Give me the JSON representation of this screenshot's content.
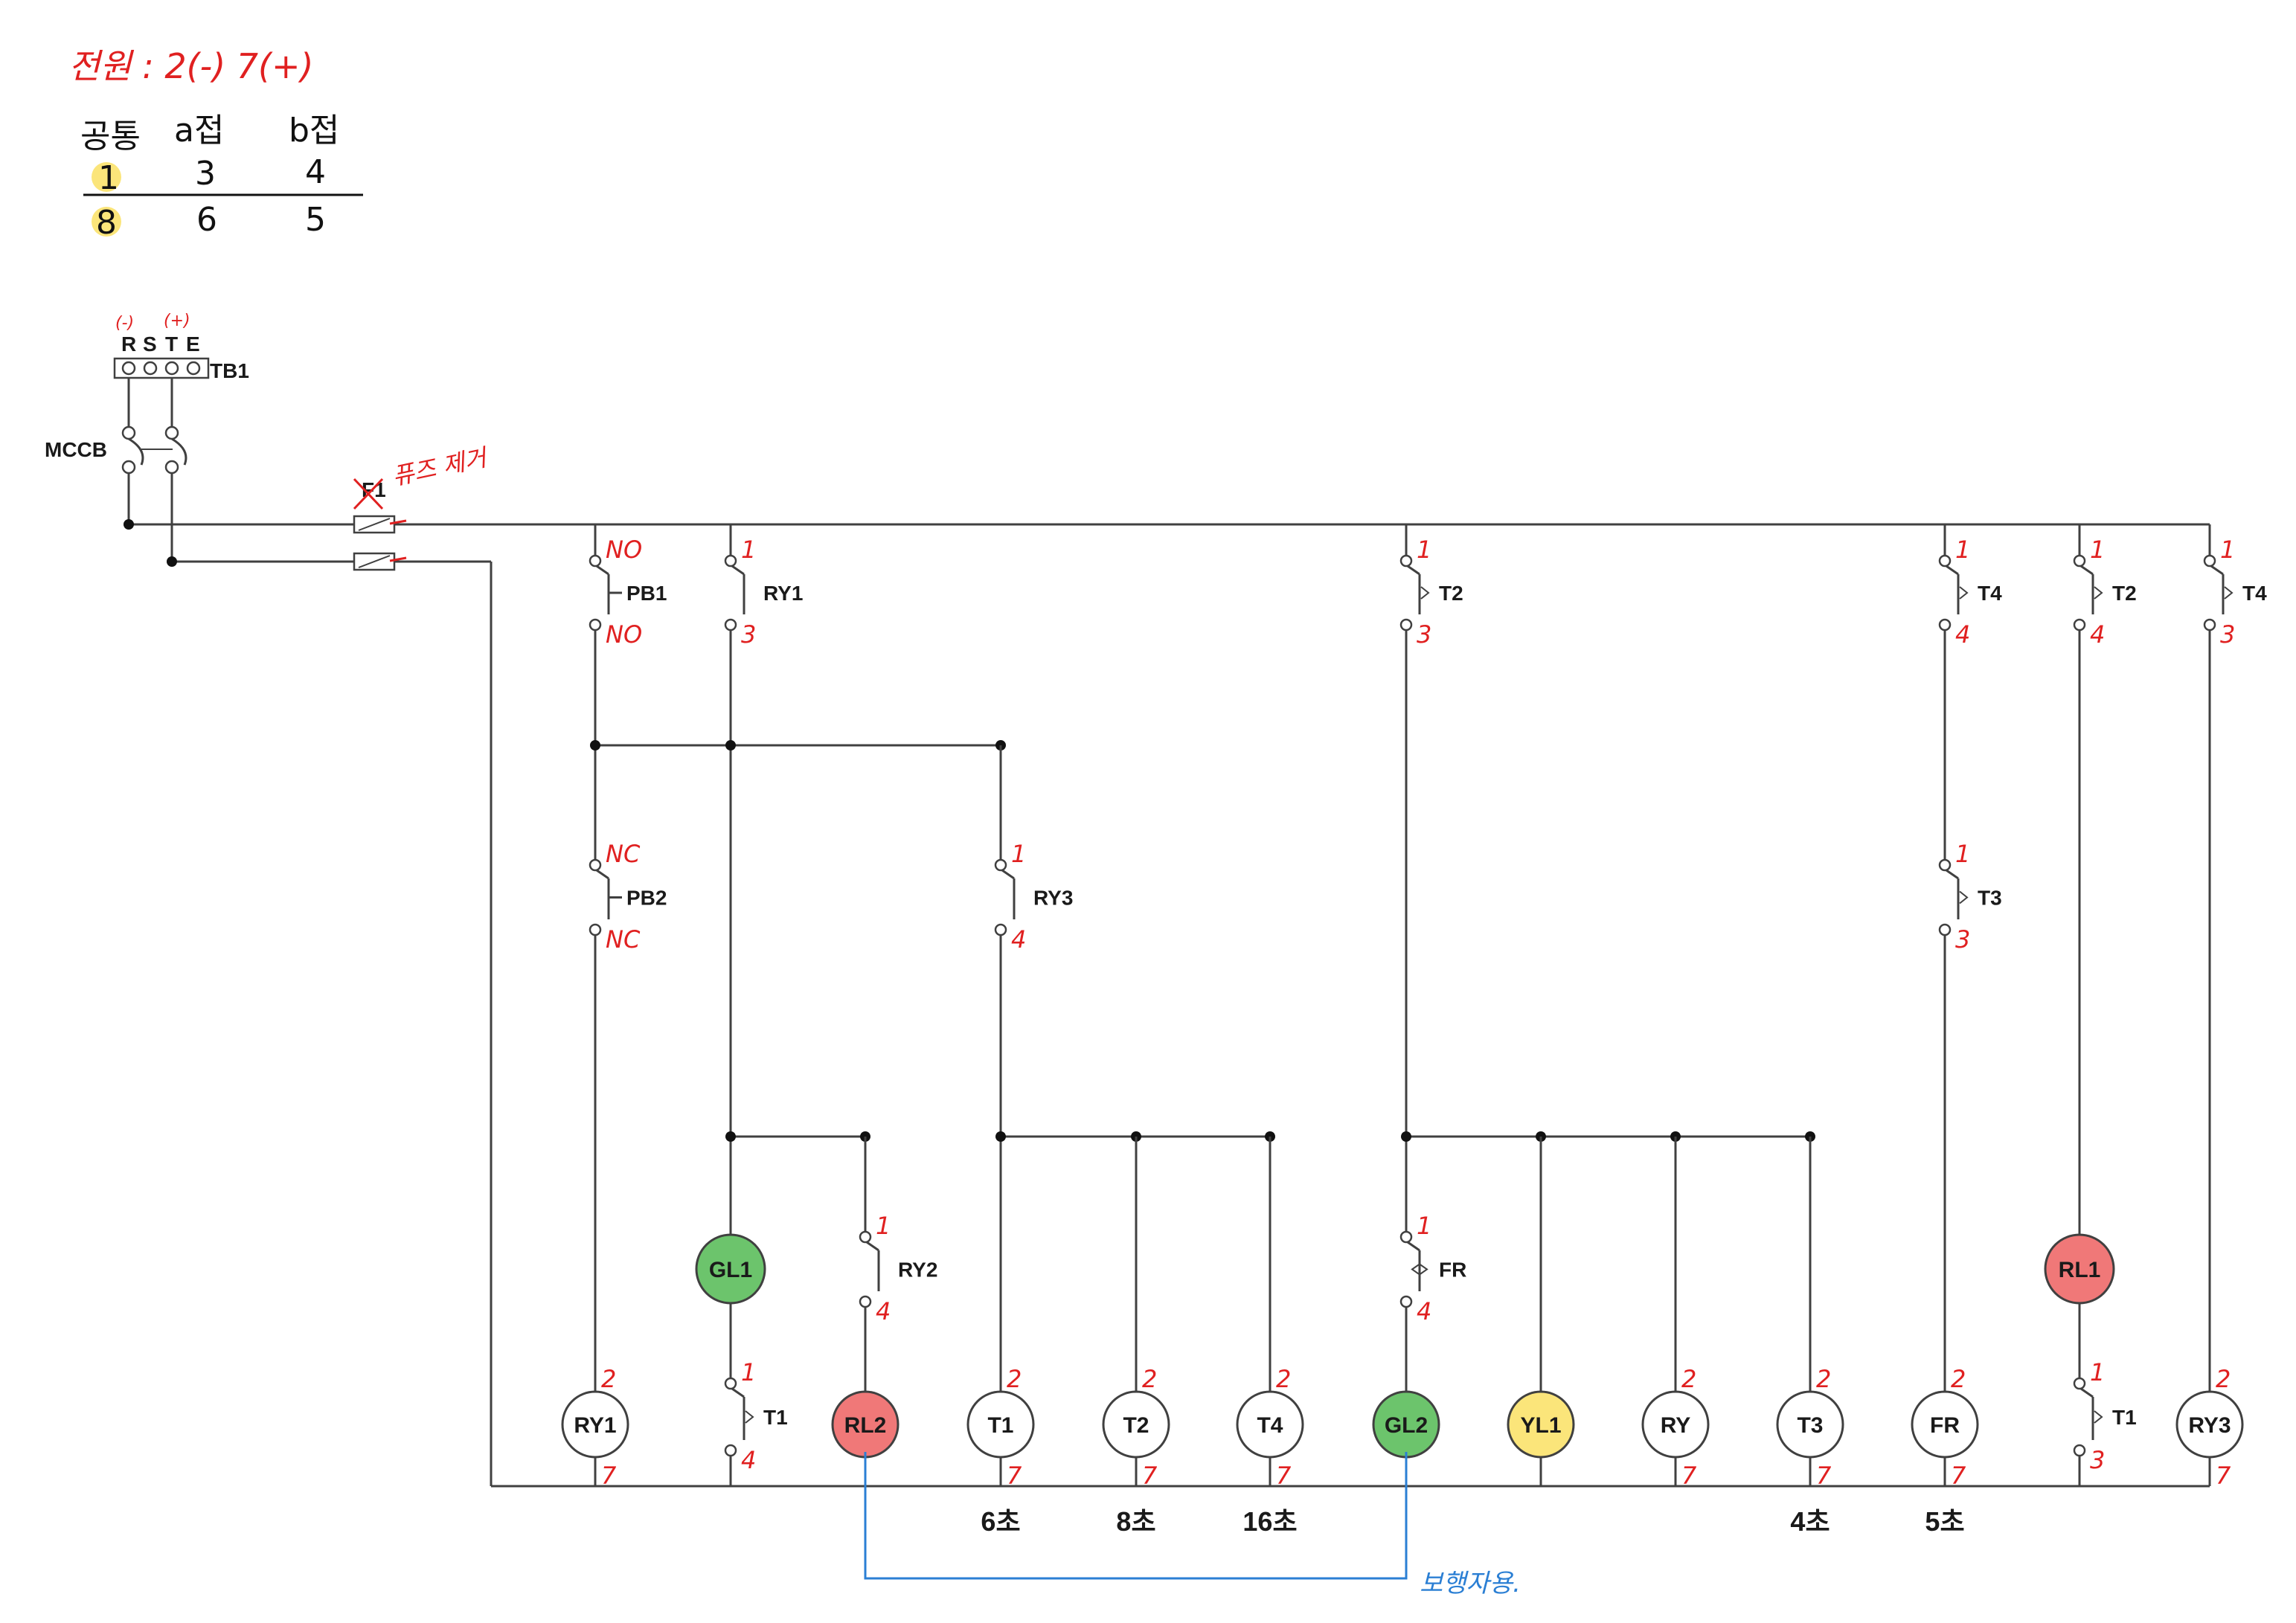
{
  "notes": {
    "power": "전원 : 2(-) 7(+)",
    "table_headers": [
      "공통",
      "a접",
      "b접"
    ],
    "table_rows": [
      [
        "1",
        "3",
        "4"
      ],
      [
        "8",
        "6",
        "5"
      ]
    ],
    "fuse_note": "퓨즈 제거",
    "blue_note": "보행자용."
  },
  "terminal_block": {
    "id": "TB1",
    "letters": [
      "R",
      "S",
      "T",
      "E"
    ],
    "polarity": [
      "(-)",
      "(+)"
    ]
  },
  "breaker": "MCCB",
  "fuse": "F1",
  "contacts": [
    {
      "name": "PB1",
      "top": "NO",
      "bottom": "NO"
    },
    {
      "name": "RY1",
      "top": "1",
      "bottom": "3"
    },
    {
      "name": "PB2",
      "top": "NC",
      "bottom": "NC"
    },
    {
      "name": "RY3",
      "top": "1",
      "bottom": "4"
    },
    {
      "name": "RY2",
      "top": "1",
      "bottom": "4"
    },
    {
      "name": "T1",
      "top": "1",
      "bottom": "4"
    },
    {
      "name": "T2",
      "top": "1",
      "bottom": "3"
    },
    {
      "name": "FR",
      "top": "1",
      "bottom": "4"
    },
    {
      "name": "T4",
      "top": "1",
      "bottom": "4"
    },
    {
      "name": "T3",
      "top": "1",
      "bottom": "3"
    },
    {
      "name": "T2",
      "top": "1",
      "bottom": "4"
    },
    {
      "name": "T1",
      "top": "1",
      "bottom": "3"
    },
    {
      "name": "T4",
      "top": "1",
      "bottom": "3"
    }
  ],
  "lamps": [
    {
      "name": "GL1",
      "color": "#6cc46c"
    },
    {
      "name": "RL1",
      "color": "#f07878"
    }
  ],
  "coils": [
    {
      "name": "RY1",
      "color": "#ffffff",
      "top": "2",
      "bottom": "7"
    },
    {
      "name": "RL2",
      "color": "#f07878",
      "top": "",
      "bottom": ""
    },
    {
      "name": "T1",
      "color": "#ffffff",
      "top": "2",
      "bottom": "7"
    },
    {
      "name": "T2",
      "color": "#ffffff",
      "top": "2",
      "bottom": "7"
    },
    {
      "name": "T4",
      "color": "#ffffff",
      "top": "2",
      "bottom": "7"
    },
    {
      "name": "GL2",
      "color": "#6cc46c",
      "top": "",
      "bottom": ""
    },
    {
      "name": "YL1",
      "color": "#fbe57a",
      "top": "",
      "bottom": ""
    },
    {
      "name": "RY",
      "color": "#ffffff",
      "top": "2",
      "bottom": "7"
    },
    {
      "name": "T3",
      "color": "#ffffff",
      "top": "2",
      "bottom": "7"
    },
    {
      "name": "FR",
      "color": "#ffffff",
      "top": "2",
      "bottom": "7"
    },
    {
      "name": "RY3",
      "color": "#ffffff",
      "top": "2",
      "bottom": "7"
    }
  ],
  "timer_settings": [
    "6초",
    "8초",
    "16초",
    "4초",
    "5초"
  ]
}
